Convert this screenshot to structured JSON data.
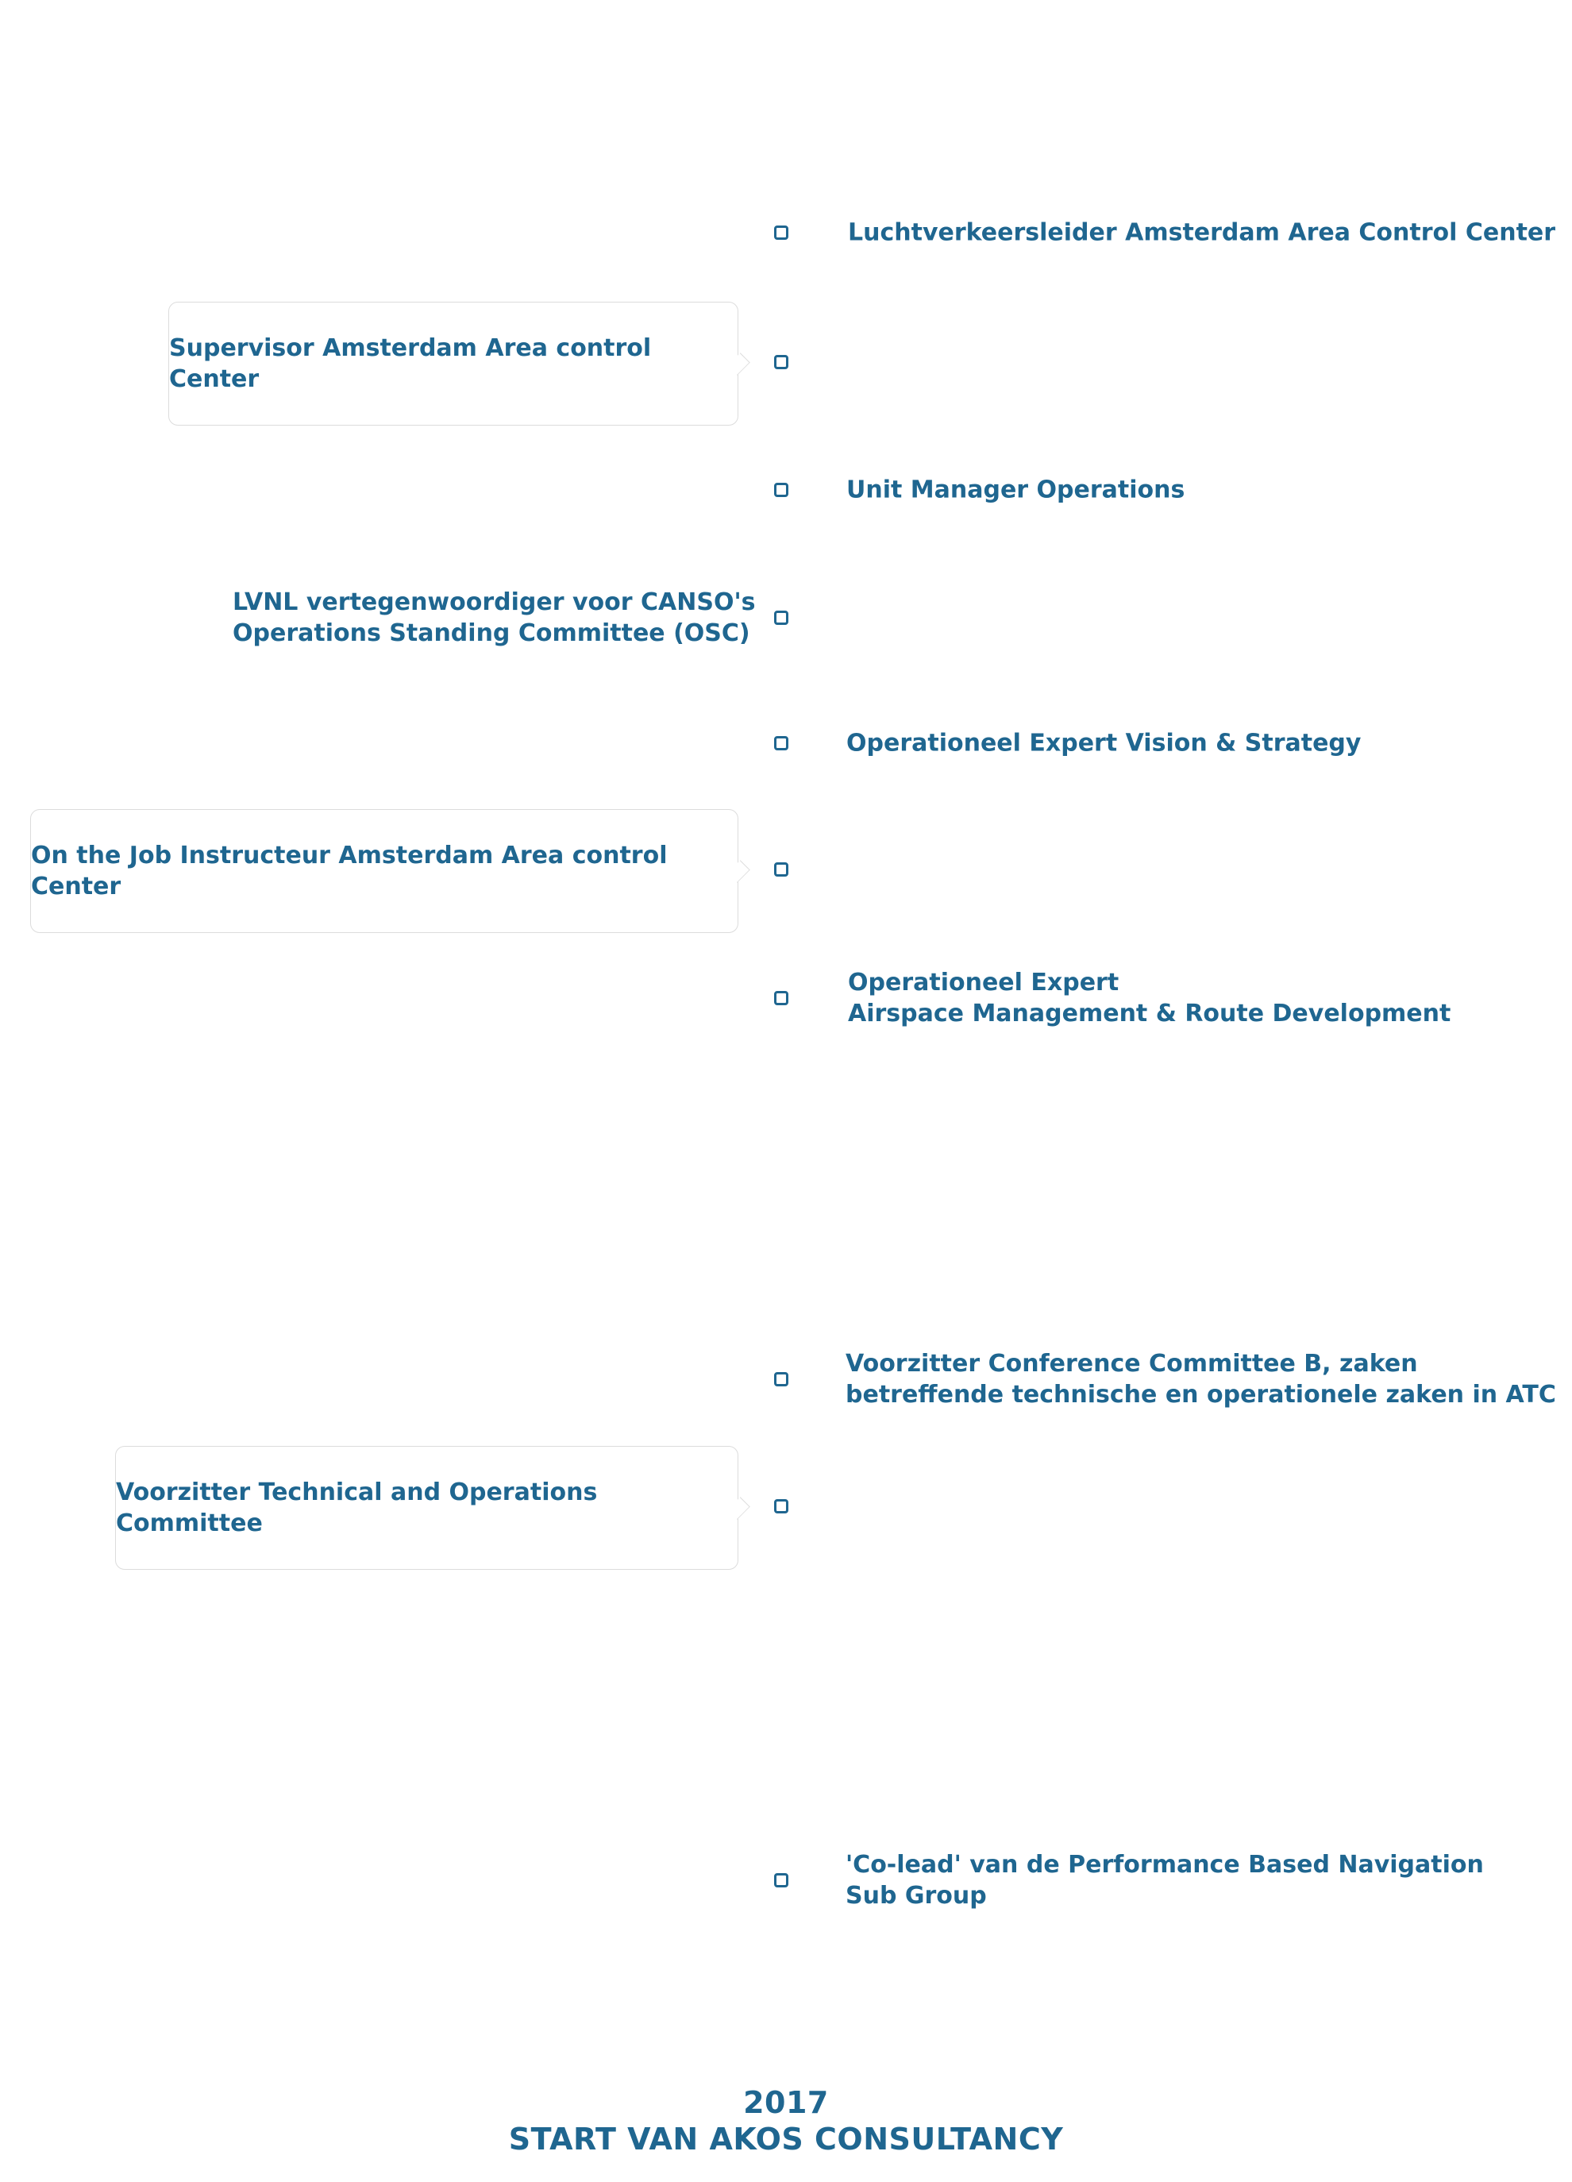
{
  "timeline": {
    "items": [
      {
        "text": "Luchtverkeersleider Amsterdam Area Control Center"
      },
      {
        "text": "Supervisor Amsterdam Area control Center"
      },
      {
        "text": "Unit Manager Operations"
      },
      {
        "text": "LVNL vertegenwoordiger voor CANSO's\nOperations Standing Committee (OSC)"
      },
      {
        "text": "Operationeel Expert Vision & Strategy"
      },
      {
        "text": "On the  Job Instructeur Amsterdam Area control Center"
      },
      {
        "text": "Operationeel Expert\nAirspace Management & Route Development"
      },
      {
        "text": "Voorzitter Conference Committee B, zaken\nbetreffende technische en operationele zaken in ATC"
      },
      {
        "text": "Voorzitter Technical and Operations Committee"
      },
      {
        "text": "'Co-lead' van de Performance Based Navigation\nSub Group"
      }
    ]
  },
  "footer": {
    "year": "2017",
    "title": "START VAN AKOS CONSULTANCY"
  },
  "colors": {
    "accent": "#1f6690",
    "box_border": "#dcdcdc"
  }
}
